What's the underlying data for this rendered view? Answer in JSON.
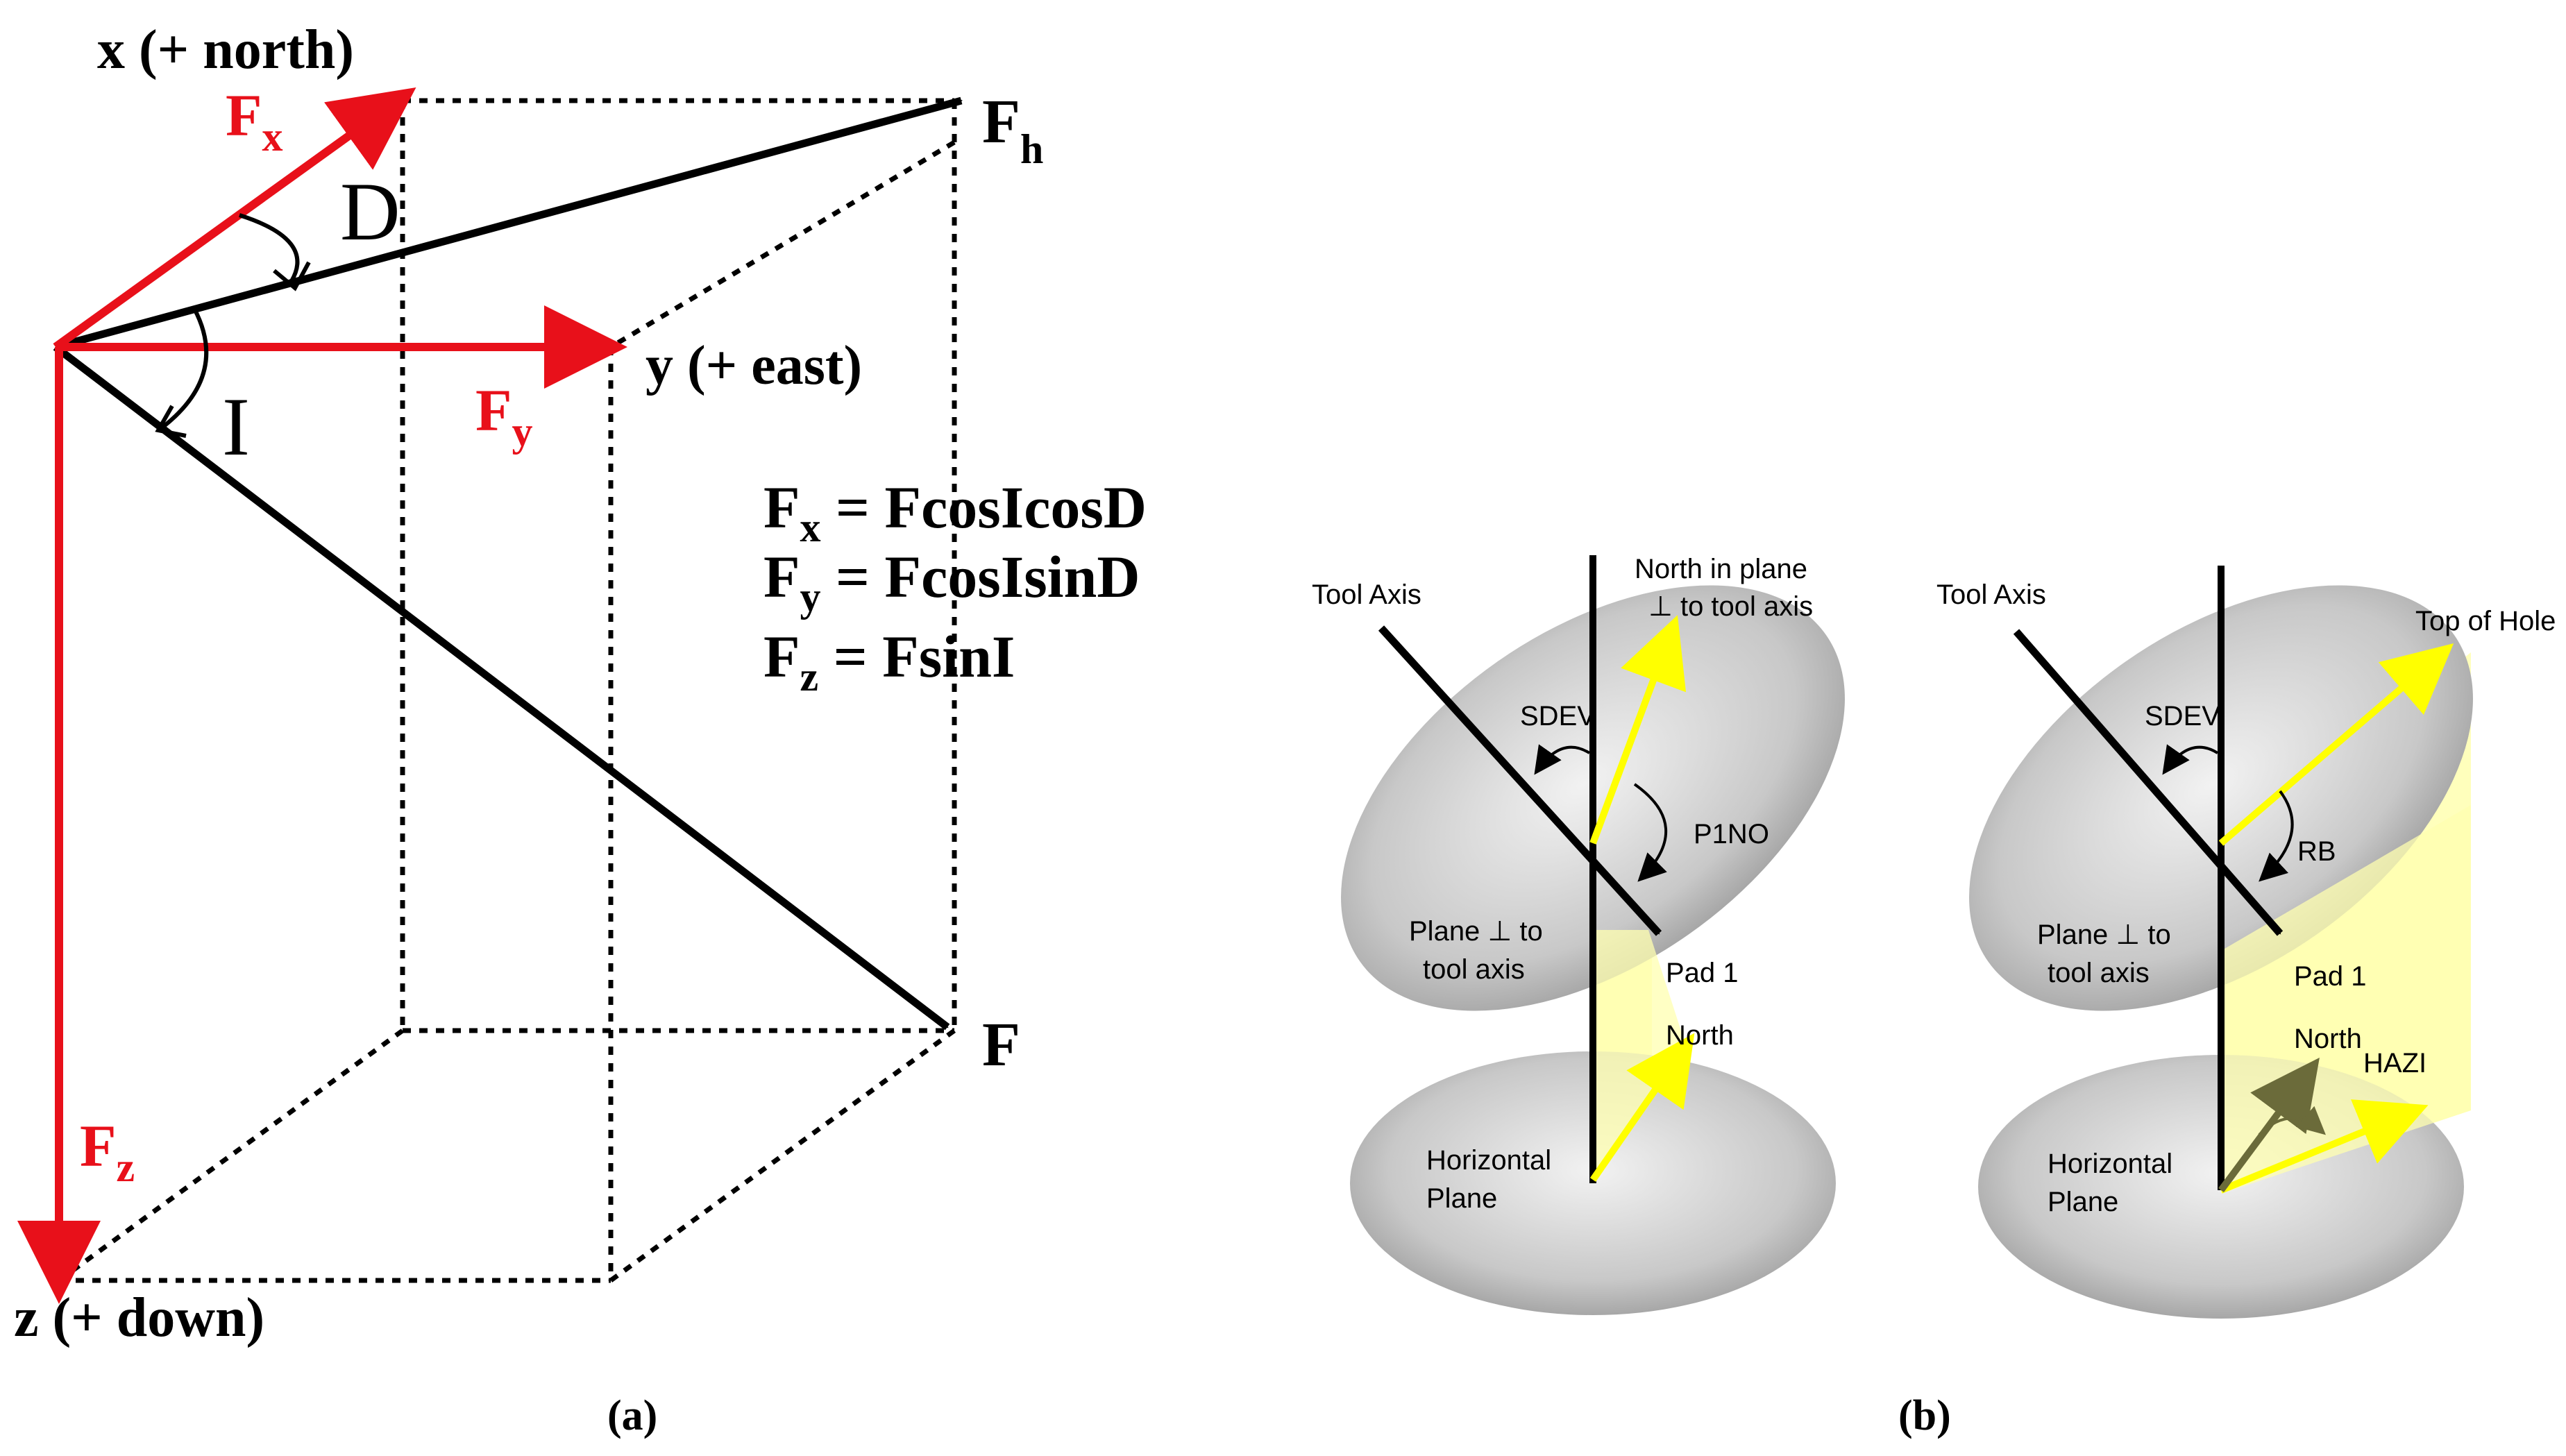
{
  "panel_a": {
    "axis_x_label": "x (+ north)",
    "axis_y_label": "y (+ east)",
    "axis_z_label": "z (+ down)",
    "fx_label": {
      "main": "F",
      "sub": "x"
    },
    "fy_label": {
      "main": "F",
      "sub": "y"
    },
    "fz_label": {
      "main": "F",
      "sub": "z"
    },
    "fh_label": {
      "main": "F",
      "sub": "h"
    },
    "f_label": "F",
    "angle_d": "D",
    "angle_i": "I",
    "equations": [
      {
        "main": "F",
        "sub": "x",
        "rhs": " = FcosIcosD"
      },
      {
        "main": "F",
        "sub": "y",
        "rhs": " = FcosIsinD"
      },
      {
        "main": "F",
        "sub": "z",
        "rhs": " = FsinI"
      }
    ],
    "caption": "(a)",
    "colors": {
      "component": "#e8101a",
      "vector": "#000000"
    }
  },
  "panel_b": {
    "left": {
      "tool_axis": "Tool Axis",
      "north_plane": [
        "North in plane",
        "⊥ to tool axis"
      ],
      "sdev": "SDEV",
      "p1no": "P1NO",
      "plane_perp": [
        "Plane ⊥ to",
        "tool axis"
      ],
      "pad1": "Pad 1",
      "north": "North",
      "horizontal": [
        "Horizontal",
        "Plane"
      ]
    },
    "right": {
      "tool_axis": "Tool Axis",
      "top_of_hole": "Top of Hole",
      "sdev": "SDEV",
      "rb": "RB",
      "plane_perp": [
        "Plane ⊥ to",
        "tool axis"
      ],
      "pad1": "Pad 1",
      "north": "North",
      "hazi": "HAZI",
      "horizontal": [
        "Horizontal",
        "Plane"
      ]
    },
    "caption": "(b)",
    "colors": {
      "projection": "#ffff00",
      "fill": "#ffffb0",
      "north_arrow": "#6b6b3a"
    }
  }
}
